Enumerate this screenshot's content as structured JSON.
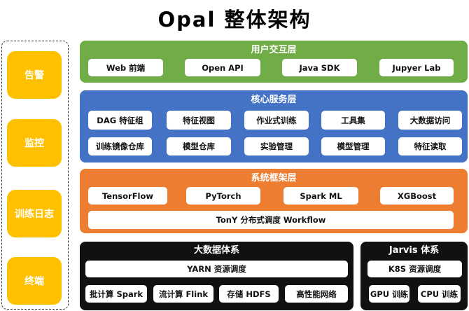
{
  "title": "Opal 整体架构",
  "colors": {
    "user_layer": "#70AD47",
    "core_layer": "#4472C4",
    "framework_layer": "#ED7D31",
    "infra_layer": "#111111",
    "side_tiles": "#FFC000"
  },
  "side_panel": {
    "items": [
      "告警",
      "监控",
      "训练日志",
      "终端"
    ]
  },
  "user_layer": {
    "label": "用户交互层",
    "items": [
      "Web 前端",
      "Open API",
      "Java SDK",
      "Jupyer Lab"
    ]
  },
  "core_layer": {
    "label": "核心服务层",
    "row1": [
      "DAG 特征组",
      "特征视图",
      "作业式训练",
      "工具集",
      "大数据访问"
    ],
    "row2": [
      "训练镜像仓库",
      "模型仓库",
      "实验管理",
      "模型管理",
      "特征读取"
    ]
  },
  "framework_layer": {
    "label": "系统框架层",
    "items": [
      "TensorFlow",
      "PyTorch",
      "Spark ML",
      "XGBoost"
    ],
    "workflow": "TonY 分布式调度 Workflow"
  },
  "bigdata_system": {
    "label": "大数据体系",
    "scheduler": "YARN 资源调度",
    "items": [
      "批计算 Spark",
      "流计算 Flink",
      "存储 HDFS",
      "高性能网络"
    ]
  },
  "jarvis_system": {
    "label": "Jarvis 体系",
    "scheduler": "K8S 资源调度",
    "items": [
      "GPU 训练",
      "CPU 训练"
    ]
  }
}
